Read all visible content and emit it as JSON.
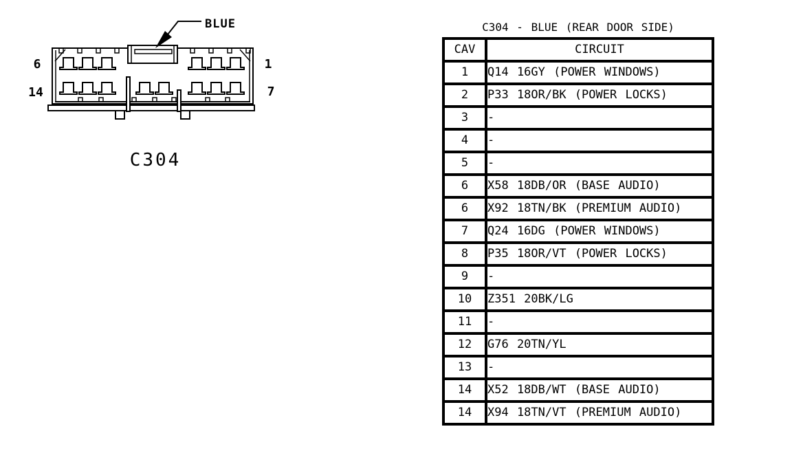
{
  "page": {
    "background": "#ffffff",
    "ink": "#000000"
  },
  "connector": {
    "caption": "C304",
    "color_callout": "BLUE",
    "pins": {
      "top_left": "6",
      "top_right": "1",
      "bottom_left": "14",
      "bottom_right": "7"
    }
  },
  "table": {
    "title": "C304 - BLUE (REAR DOOR SIDE)",
    "headers": [
      "CAV",
      "CIRCUIT"
    ],
    "rows": [
      {
        "cav": "1",
        "circuit": "Q14 16GY (POWER WINDOWS)"
      },
      {
        "cav": "2",
        "circuit": "P33 18OR/BK (POWER LOCKS)"
      },
      {
        "cav": "3",
        "circuit": "-"
      },
      {
        "cav": "4",
        "circuit": "-"
      },
      {
        "cav": "5",
        "circuit": "-"
      },
      {
        "cav": "6",
        "circuit": "X58 18DB/OR (BASE AUDIO)"
      },
      {
        "cav": "6",
        "circuit": "X92 18TN/BK (PREMIUM AUDIO)"
      },
      {
        "cav": "7",
        "circuit": "Q24 16DG (POWER WINDOWS)"
      },
      {
        "cav": "8",
        "circuit": "P35 18OR/VT (POWER LOCKS)"
      },
      {
        "cav": "9",
        "circuit": "-"
      },
      {
        "cav": "10",
        "circuit": "Z351 20BK/LG"
      },
      {
        "cav": "11",
        "circuit": "-"
      },
      {
        "cav": "12",
        "circuit": "G76 20TN/YL"
      },
      {
        "cav": "13",
        "circuit": "-"
      },
      {
        "cav": "14",
        "circuit": "X52 18DB/WT (BASE AUDIO)"
      },
      {
        "cav": "14",
        "circuit": "X94 18TN/VT (PREMIUM AUDIO)"
      }
    ]
  }
}
